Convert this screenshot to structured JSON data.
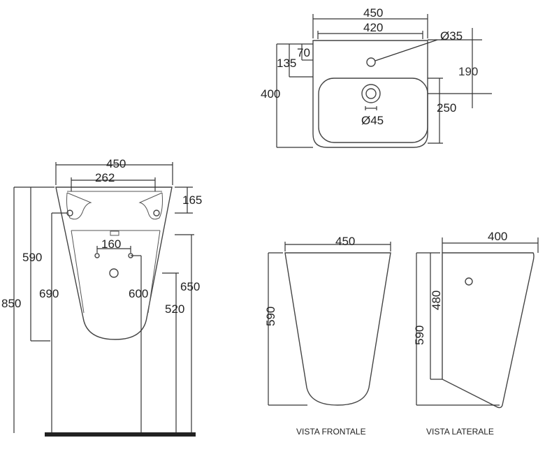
{
  "top_view": {
    "width_outer": "450",
    "width_inner": "420",
    "tap_hole_diameter": "Ø35",
    "depth_70": "70",
    "depth_135": "135",
    "depth_190": "190",
    "depth_total": "400",
    "bowl_depth": "250",
    "drain_diameter": "Ø45"
  },
  "front_section": {
    "width_top": "450",
    "width_inner": "262",
    "dim_165": "165",
    "dim_590": "590",
    "dim_690": "690",
    "dim_850": "850",
    "dim_160": "160",
    "dim_600": "600",
    "dim_650": "650",
    "dim_520": "520"
  },
  "front_view": {
    "width": "450",
    "height": "590",
    "caption": "VISTA FRONTALE"
  },
  "side_view": {
    "width": "400",
    "dim_480": "480",
    "height": "590",
    "caption": "VISTA LATERALE"
  }
}
